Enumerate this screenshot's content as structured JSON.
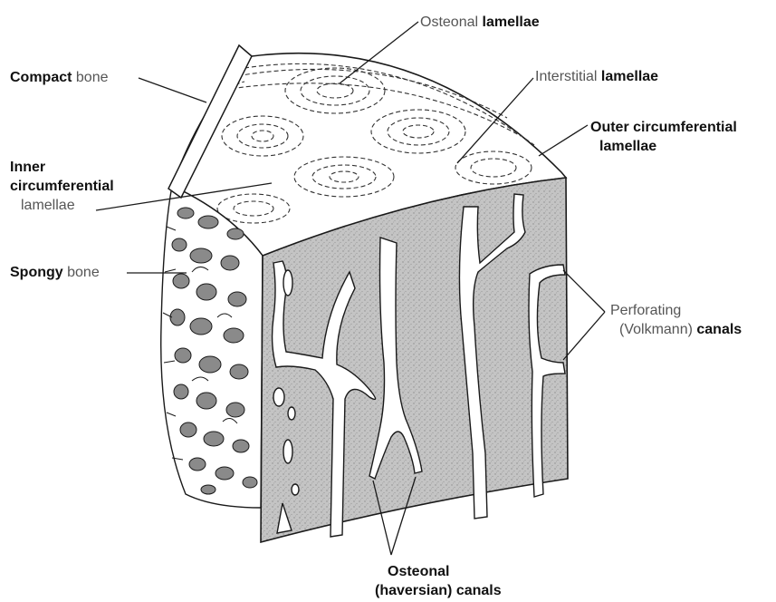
{
  "labels": {
    "osteonal_lamellae": {
      "normal": "Osteonal",
      "bold": "lamellae"
    },
    "compact_bone": {
      "bold": "Compact",
      "normal": "bone"
    },
    "interstitial_lamellae": {
      "normal": "Interstitial",
      "bold": "lamellae"
    },
    "outer_circumferential": {
      "line1": "Outer circumferential",
      "line2": "lamellae"
    },
    "inner_circumferential": {
      "line1": "Inner",
      "line2": "circumferential",
      "line3": "lamellae"
    },
    "spongy_bone": {
      "bold": "Spongy",
      "normal": "bone"
    },
    "perforating_canals": {
      "line1": "Perforating",
      "line2_normal": "(Volkmann)",
      "line2_bold": "canals"
    },
    "haversian_canals": {
      "line1": "Osteonal",
      "line2": "(haversian) canals"
    }
  },
  "colors": {
    "compact_fill": "#bdbdbd",
    "canal_fill": "#ffffff",
    "outline": "#1a1a1a",
    "spongy_fill": "#8a8a8a"
  }
}
